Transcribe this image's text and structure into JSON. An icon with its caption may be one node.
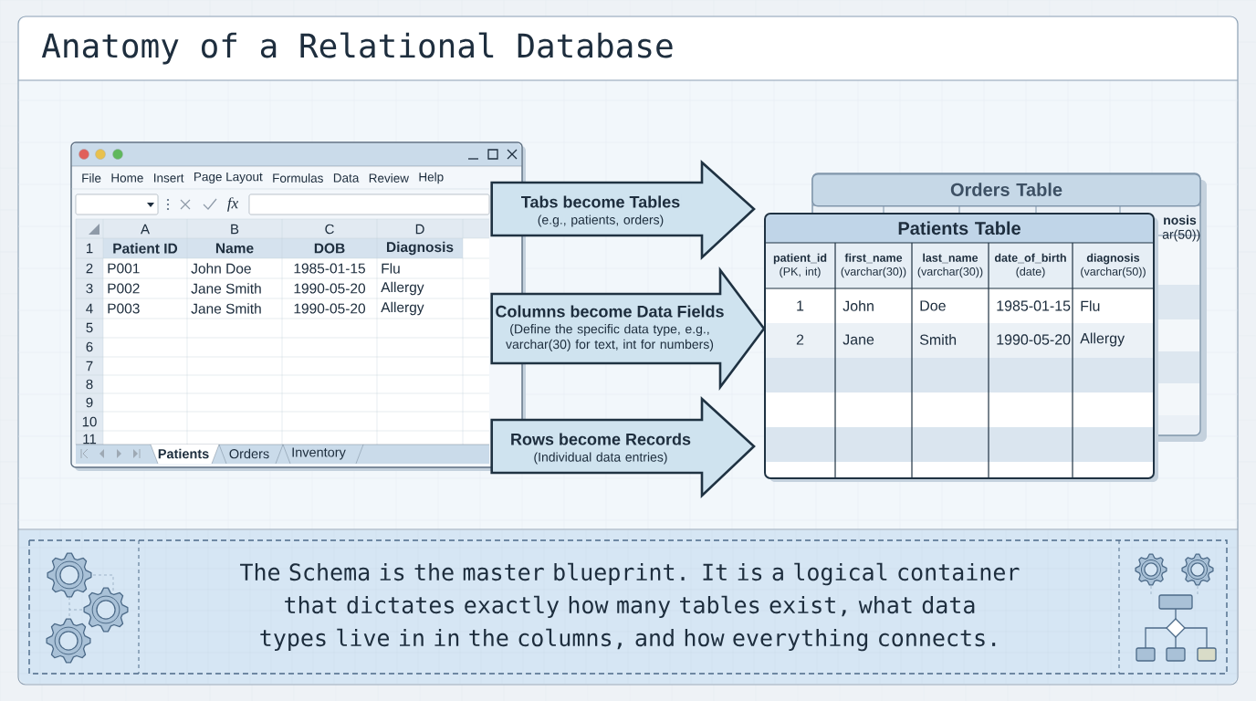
{
  "diagram": {
    "title": "Anatomy of a Relational Database",
    "nodes": [
      {
        "text": [],
        "shape": "box"
      },
      {
        "text": [
          "Orders Table"
        ]
      },
      {
        "text": [
          "Patients Table"
        ]
      },
      {
        "text": [
          "The Schema is the master blueprint. It is a logical container that dictates exactly how many tables exist, what data types live in in the columns, and how everything connects."
        ]
      }
    ],
    "edges": [
      {
        "from": 0,
        "to": 2,
        "arrow": "to",
        "label": "Tabs become Tables",
        "style": "thick"
      },
      {
        "from": 0,
        "to": 2,
        "arrow": "to",
        "label": "Columns become Data Fields",
        "style": "thick"
      },
      {
        "from": 0,
        "to": 2,
        "arrow": "to",
        "label": "Rows become Records",
        "style": "thick"
      }
    ],
    "labels": [
      "File",
      "Home",
      "Insert",
      "Page Layout",
      "Formulas",
      "Data",
      "Review",
      "Help",
      "fx",
      "A",
      "B",
      "C",
      "D",
      "1",
      "Patient ID",
      "Name",
      "DOB",
      "Diagnosis",
      "2",
      "P001",
      "John Doe",
      "1985-01-15",
      "Flu",
      "3",
      "P002",
      "Jane Smith",
      "1990-05-20",
      "Allergy",
      "4",
      "P003",
      "Jane Smith",
      "1990-05-20",
      "Allergy",
      "5",
      "6",
      "7",
      "8",
      "9",
      "10",
      "11",
      "Patients",
      "Orders",
      "Inventory",
      "nosis",
      "ar(50))",
      "(e.g., patients, orders)",
      "(Define the specific data type, e.g., varchar(30) for text, int for numbers)",
      "(Individual data entries)",
      "**patient_id** (PK, int)",
      "**first_name** (varchar(30))",
      "**last_name** (varchar(30))",
      "**date_of_birth** (date)",
      "**diagnosis** (varchar(50))",
      "1",
      "John",
      "Doe",
      "1985-01-15",
      "Flu",
      "2",
      "Jane",
      "Smith",
      "1990-05-20",
      "Allergy"
    ]
  }
}
